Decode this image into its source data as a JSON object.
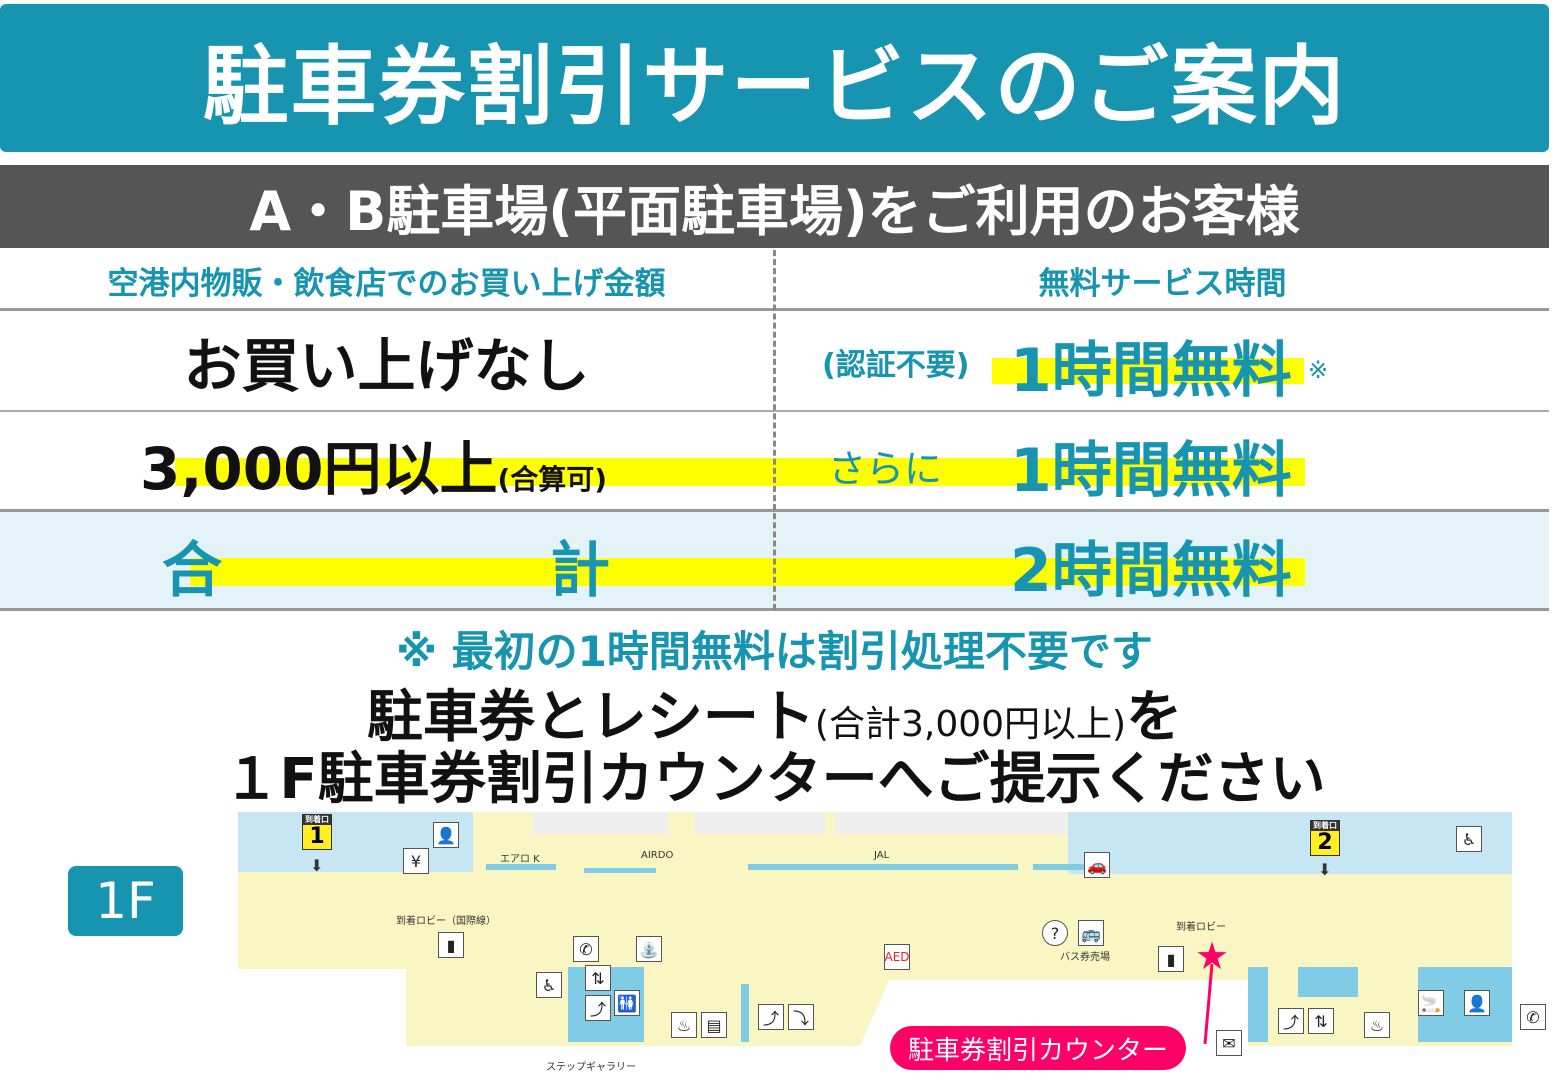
{
  "title": "駐車券割引サービスのご案内",
  "subtitle": "A・B駐車場(平面駐車場)をご利用のお客様",
  "table": {
    "headers": [
      "空港内物販・飲食店でのお買い上げ金額",
      "無料サービス時間"
    ],
    "rows": [
      {
        "left": "お買い上げなし",
        "prefix": "(認証不要)",
        "right": "1時間無料",
        "mark": "※"
      },
      {
        "left": "3,000円以上",
        "left_note": "(合算可)",
        "prefix": "さらに",
        "right": "1時間無料"
      },
      {
        "left_a": "合",
        "left_b": "計",
        "right": "2時間無料"
      }
    ]
  },
  "note": "※ 最初の1時間無料は割引処理不要です",
  "instruction": {
    "line1_a": "駐車券とレシート",
    "line1_note": "(合計3,000円以上)",
    "line1_b": "を",
    "line2": "１F駐車券割引カウンターへご提示ください"
  },
  "floor": "1F",
  "map": {
    "gate1": {
      "label": "到着口",
      "num": "1"
    },
    "gate2": {
      "label": "到着口",
      "num": "2"
    },
    "airlines": [
      "エアロ K",
      "AIRDO",
      "JAL"
    ],
    "lobby_intl": "到着ロビー（国際線）",
    "lobby": "到着ロビー",
    "bus": "バス券売場",
    "gallery": "ステップギャラリー",
    "aed": "AED",
    "counter": "駐車券割引カウンター"
  },
  "colors": {
    "teal": "#1795b0",
    "highlight": "#ffff00",
    "pink": "#ff0066"
  }
}
